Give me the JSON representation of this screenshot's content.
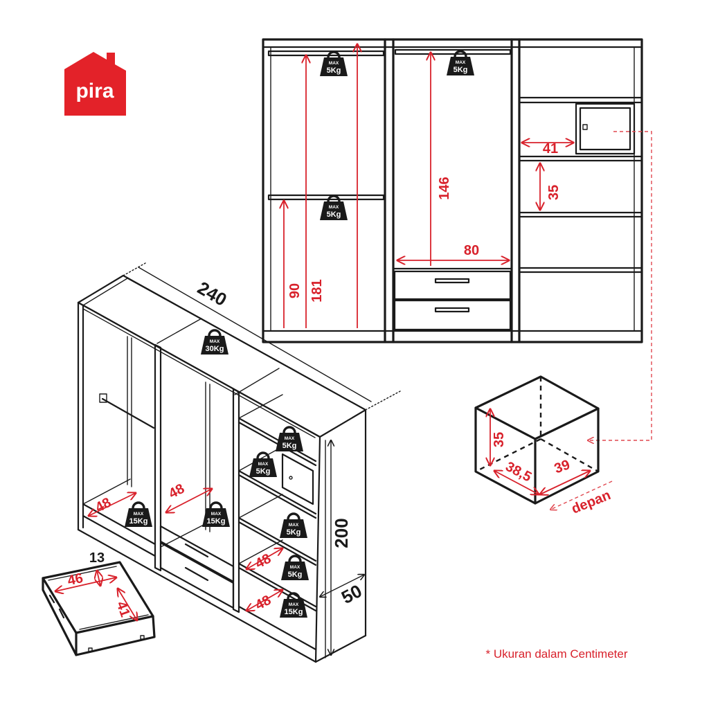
{
  "brand": {
    "name": "pira",
    "color": "#e32229"
  },
  "colors": {
    "dimension": "#d8212b",
    "line": "#1a1a1a"
  },
  "front_view": {
    "dims": {
      "height_181": "181",
      "height_90": "90",
      "height_146": "146",
      "width_80": "80",
      "width_41": "41",
      "height_35": "35"
    },
    "weight_limits": [
      {
        "max": "MAX",
        "load": "5Kg"
      },
      {
        "max": "MAX",
        "load": "5Kg"
      },
      {
        "max": "MAX",
        "load": "5Kg"
      }
    ]
  },
  "iso_view": {
    "dims": {
      "width": "240",
      "height": "200",
      "depth": "50",
      "shelf_a": "48",
      "shelf_b": "48",
      "shelf_c": "48",
      "shelf_d": "48"
    },
    "weight_limits": [
      {
        "max": "MAX",
        "load": "30Kg"
      },
      {
        "max": "MAX",
        "load": "5Kg"
      },
      {
        "max": "MAX",
        "load": "5Kg"
      },
      {
        "max": "MAX",
        "load": "15Kg"
      },
      {
        "max": "MAX",
        "load": "15Kg"
      },
      {
        "max": "MAX",
        "load": "5Kg"
      },
      {
        "max": "MAX",
        "load": "5Kg"
      },
      {
        "max": "MAX",
        "load": "15Kg"
      }
    ]
  },
  "drawer": {
    "dims": {
      "height": "13",
      "width": "46",
      "depth": "41"
    }
  },
  "cube": {
    "dims": {
      "height": "35",
      "width": "38,5",
      "depth": "39"
    },
    "front_label": "depan"
  },
  "footnote": "* Ukuran dalam Centimeter"
}
